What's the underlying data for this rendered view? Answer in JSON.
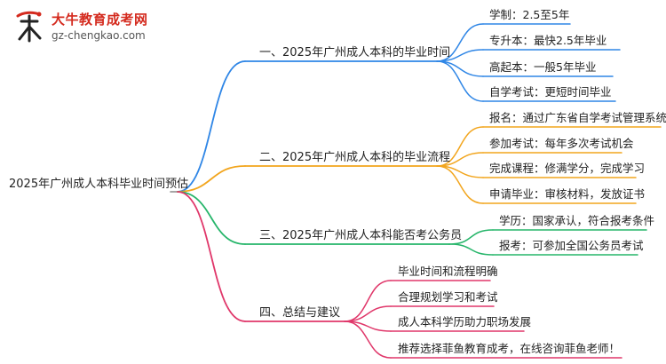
{
  "logo": {
    "name": "大牛教育成考网",
    "url": "gz-chengkao.com"
  },
  "root": {
    "label": "2025年广州成人本科毕业时间预估"
  },
  "branches": [
    {
      "label": "一、2025年广州成人本科的毕业时间",
      "color": "#2f86e6",
      "leaves": [
        "学制：2.5至5年",
        "专升本：最快2.5年毕业",
        "高起本：一般5年毕业",
        "自学考试：更短时间毕业"
      ]
    },
    {
      "label": "二、2025年广州成人本科的毕业流程",
      "color": "#f2a51d",
      "leaves": [
        "报名：通过广东省自学考试管理系统",
        "参加考试：每年多次考试机会",
        "完成课程：修满学分，完成学习",
        "申请毕业：审核材料，发放证书"
      ]
    },
    {
      "label": "三、2025年广州成人本科能否考公务员",
      "color": "#26b56a",
      "leaves": [
        "学历：国家承认，符合报考条件",
        "报考：可参加全国公务员考试"
      ]
    },
    {
      "label": "四、总结与建议",
      "color": "#e0376a",
      "leaves": [
        "毕业时间和流程明确",
        "合理规划学习和考试",
        "成人本科学历助力职场发展",
        "推荐选择菲鱼教育成考，在线咨询菲鱼老师！"
      ]
    }
  ]
}
